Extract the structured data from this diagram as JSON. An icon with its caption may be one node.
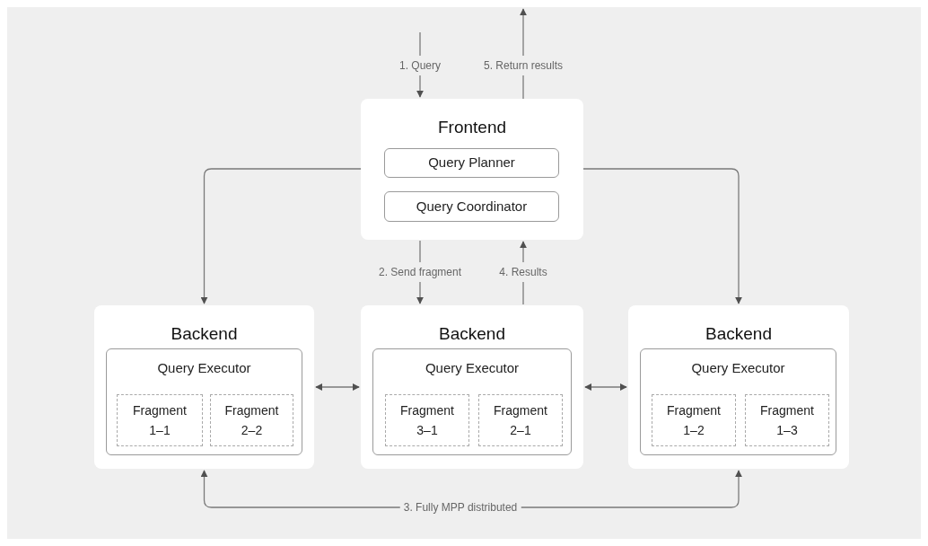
{
  "diagram": {
    "nodes": [
      {
        "text": [
          "Frontend"
        ]
      },
      {
        "text": [
          "Query Planner"
        ],
        "in": 0
      },
      {
        "text": [
          "Query Coordinator"
        ],
        "in": 0
      },
      {
        "text": [
          "Backend"
        ]
      },
      {
        "text": [
          "Query Executor"
        ],
        "in": 3
      },
      {
        "text": [
          "Fragment 1–1"
        ],
        "in": 4
      },
      {
        "text": [
          "Fragment 2–2"
        ],
        "in": 4
      },
      {
        "text": [
          "Backend"
        ]
      },
      {
        "text": [
          "Query Executor"
        ],
        "in": 7
      },
      {
        "text": [
          "Fragment 3–1"
        ],
        "in": 8
      },
      {
        "text": [
          "Fragment 2–1"
        ],
        "in": 8
      },
      {
        "text": [
          "Backend"
        ]
      },
      {
        "text": [
          "Query Executor"
        ],
        "in": 11
      },
      {
        "text": [
          "Fragment 1–2"
        ],
        "in": 12
      },
      {
        "text": [
          "Fragment 1–3"
        ],
        "in": 12
      }
    ],
    "edges": [
      {
        "from": null,
        "to": 0,
        "arrow": "to",
        "label": "1. Query"
      },
      {
        "from": 0,
        "to": null,
        "arrow": "to",
        "label": "5. Return results"
      },
      {
        "from": 0,
        "to": 3,
        "arrow": "to"
      },
      {
        "from": 0,
        "to": 11,
        "arrow": "to"
      },
      {
        "from": 0,
        "to": 7,
        "arrow": "to",
        "label": "2. Send fragment"
      },
      {
        "from": 7,
        "to": 0,
        "arrow": "to",
        "label": "4. Results"
      },
      {
        "from": 3,
        "to": 7,
        "arrow": "both"
      },
      {
        "from": 7,
        "to": 11,
        "arrow": "both"
      },
      {
        "from": 3,
        "to": 11,
        "arrow": "both",
        "label": "3. Fully MPP distributed"
      }
    ]
  }
}
